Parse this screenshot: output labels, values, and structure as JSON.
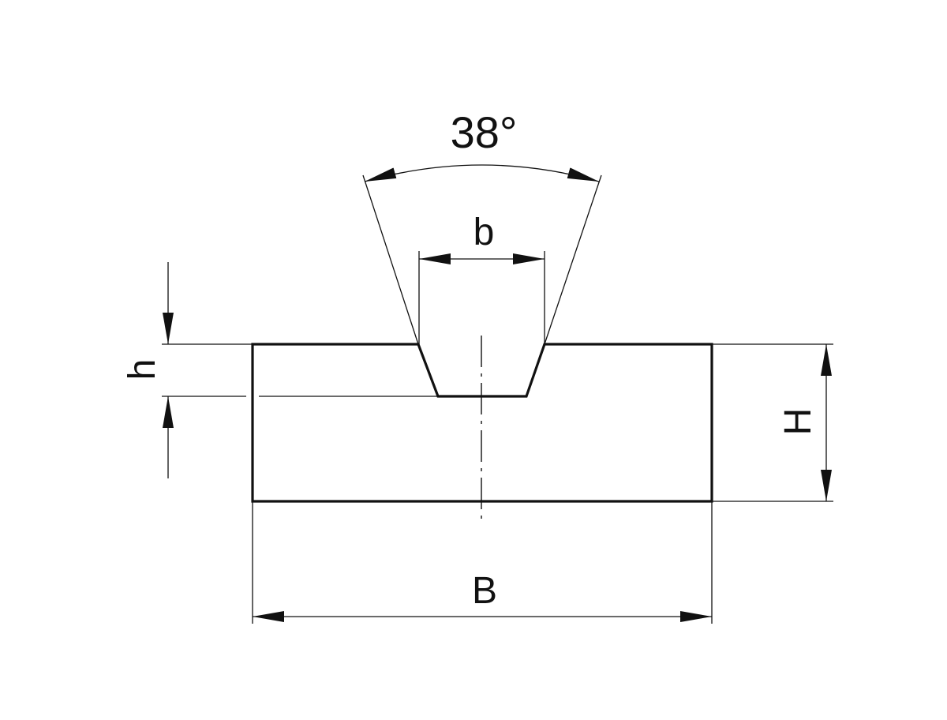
{
  "diagram": {
    "type": "technical-drawing",
    "subject": "V-groove profile cross-section",
    "colors": {
      "line": "#111111",
      "background": "#ffffff"
    },
    "labels": {
      "angle": "38°",
      "groove_top_width": "b",
      "groove_depth": "h",
      "total_height": "H",
      "total_width": "B"
    }
  }
}
